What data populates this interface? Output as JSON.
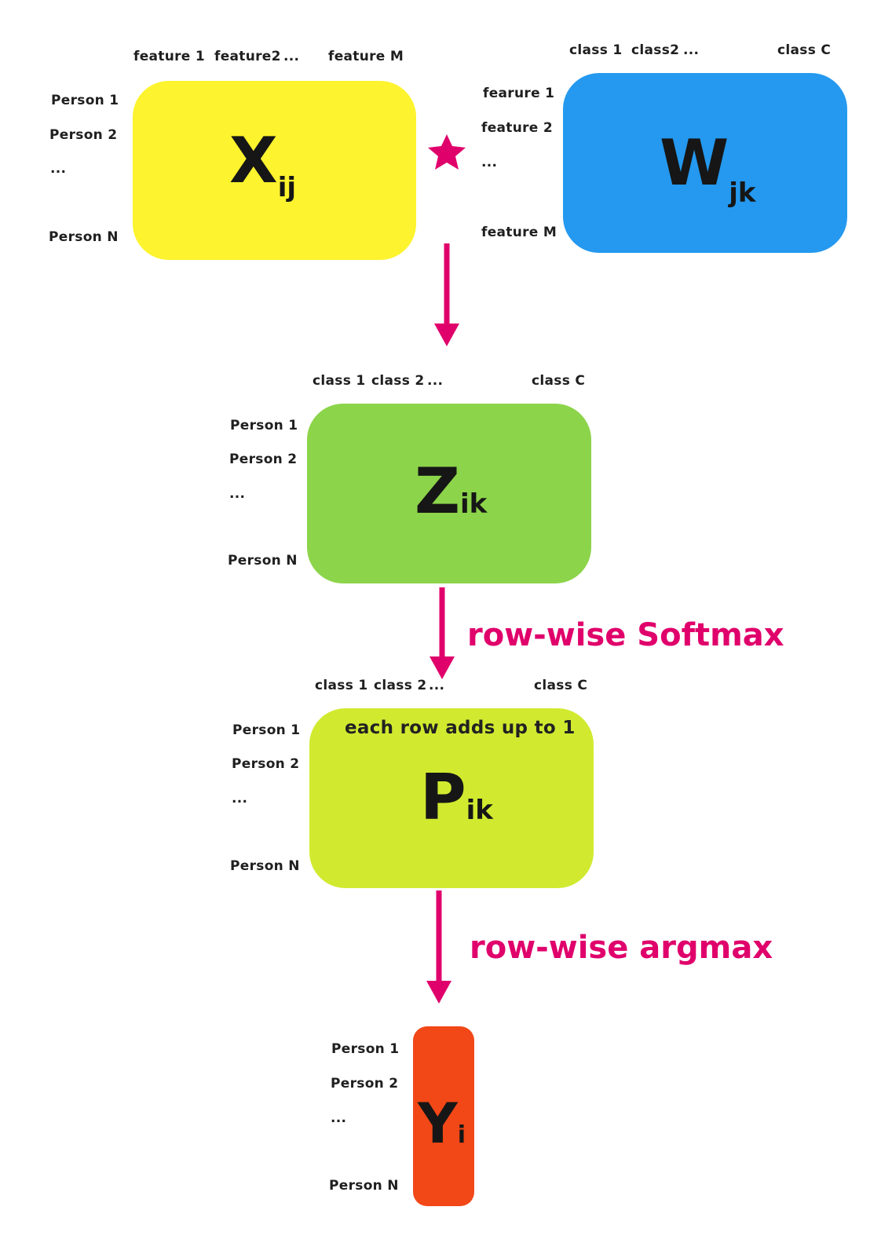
{
  "colors": {
    "x": "#fdf32e",
    "w": "#2499ef",
    "z": "#8cd44a",
    "p": "#d1ea2f",
    "y": "#f24717",
    "accent": "#e0006b"
  },
  "x_matrix": {
    "symbol": "X",
    "subscript": "ij",
    "cols": [
      "feature 1",
      "feature2",
      "...",
      "feature M"
    ],
    "rows": [
      "Person  1",
      "Person  2",
      "...",
      "Person  N"
    ]
  },
  "w_matrix": {
    "symbol": "W",
    "subscript": "jk",
    "cols": [
      "class 1",
      "class2",
      "...",
      "class C"
    ],
    "rows": [
      "fearure  1",
      "feature  2",
      "...",
      "feature  M"
    ]
  },
  "z_matrix": {
    "symbol": "Z",
    "subscript": "ik",
    "cols": [
      "class 1",
      "class 2",
      "...",
      "class C"
    ],
    "rows": [
      "Person  1",
      "Person  2",
      "...",
      "Person  N"
    ]
  },
  "p_matrix": {
    "symbol": "P",
    "subscript": "ik",
    "note": "each row adds up to 1",
    "cols": [
      "class 1",
      "class 2",
      "...",
      "class C"
    ],
    "rows": [
      "Person  1",
      "Person  2",
      "...",
      "Person  N"
    ]
  },
  "y_vector": {
    "symbol": "Y",
    "subscript": "i",
    "rows": [
      "Person  1",
      "Person  2",
      "...",
      "Person  N"
    ]
  },
  "operations": {
    "multiply": "star-icon",
    "softmax": "row-wise Softmax",
    "argmax": "row-wise argmax"
  }
}
